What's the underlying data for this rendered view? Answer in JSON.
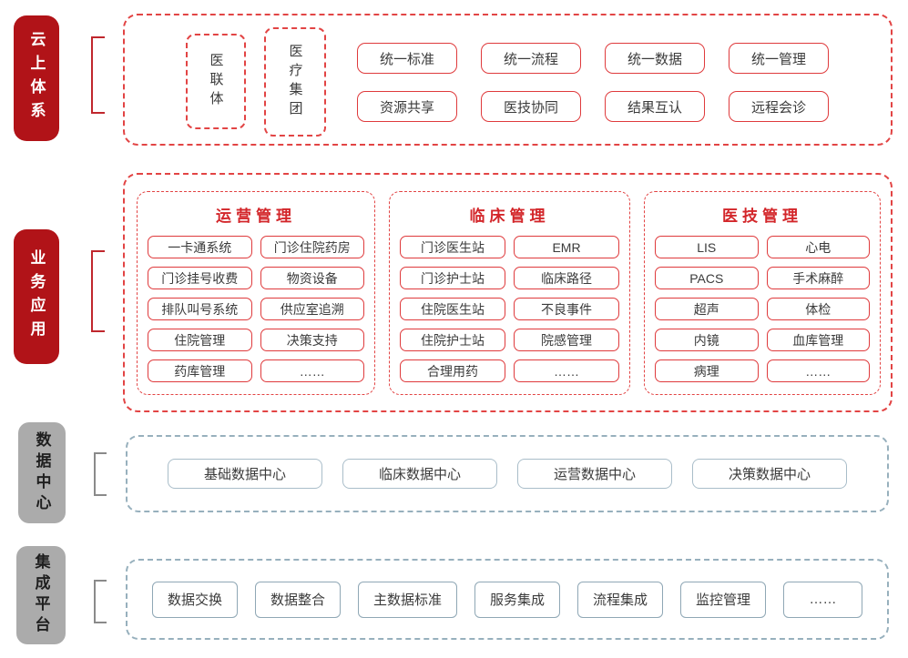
{
  "colors": {
    "side_label_red": "#b11318",
    "box_border_red": "#df3a3c",
    "dashed_red": "#e24444",
    "group_title_red": "#d3262a",
    "side_label_gray": "#ababab",
    "dashed_gray_blue": "#97b0bd",
    "data_box_border": "#a9bdc9",
    "text_dark": "#3b3b3b"
  },
  "sections": {
    "cloud": {
      "label": "云上体系",
      "vertical_items": [
        "医联体",
        "医疗集团"
      ],
      "items": [
        "统一标准",
        "统一流程",
        "统一数据",
        "统一管理",
        "资源共享",
        "医技协同",
        "结果互认",
        "远程会诊"
      ]
    },
    "business": {
      "label": "业务应用",
      "groups": [
        {
          "title": "运营管理",
          "items": [
            "一卡通系统",
            "门诊住院药房",
            "门诊挂号收费",
            "物资设备",
            "排队叫号系统",
            "供应室追溯",
            "住院管理",
            "决策支持",
            "药库管理",
            "……"
          ]
        },
        {
          "title": "临床管理",
          "items": [
            "门诊医生站",
            "EMR",
            "门诊护士站",
            "临床路径",
            "住院医生站",
            "不良事件",
            "住院护士站",
            "院感管理",
            "合理用药",
            "……"
          ]
        },
        {
          "title": "医技管理",
          "items": [
            "LIS",
            "心电",
            "PACS",
            "手术麻醉",
            "超声",
            "体检",
            "内镜",
            "血库管理",
            "病理",
            "……"
          ]
        }
      ]
    },
    "data_center": {
      "label": "数据中心",
      "items": [
        "基础数据中心",
        "临床数据中心",
        "运营数据中心",
        "决策数据中心"
      ]
    },
    "integration": {
      "label": "集成平台",
      "items": [
        "数据交换",
        "数据整合",
        "主数据标准",
        "服务集成",
        "流程集成",
        "监控管理",
        "……"
      ]
    }
  }
}
